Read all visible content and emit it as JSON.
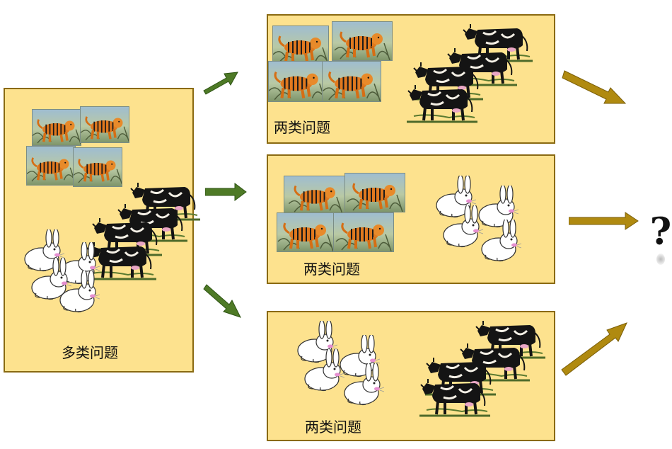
{
  "multi_box": {
    "label": "多类问题"
  },
  "binary_boxes": [
    {
      "label": "两类问题"
    },
    {
      "label": "两类问题"
    },
    {
      "label": "两类问题"
    }
  ],
  "result_symbol": "?",
  "colors": {
    "box_fill": "#fde28e",
    "box_border": "#8a6a12",
    "arrow_green": "#4e7a26",
    "arrow_gold": "#b08a10"
  },
  "icons": [
    "tiger-icon",
    "cow-icon",
    "rabbit-icon",
    "arrow-icon",
    "question-mark-icon"
  ]
}
